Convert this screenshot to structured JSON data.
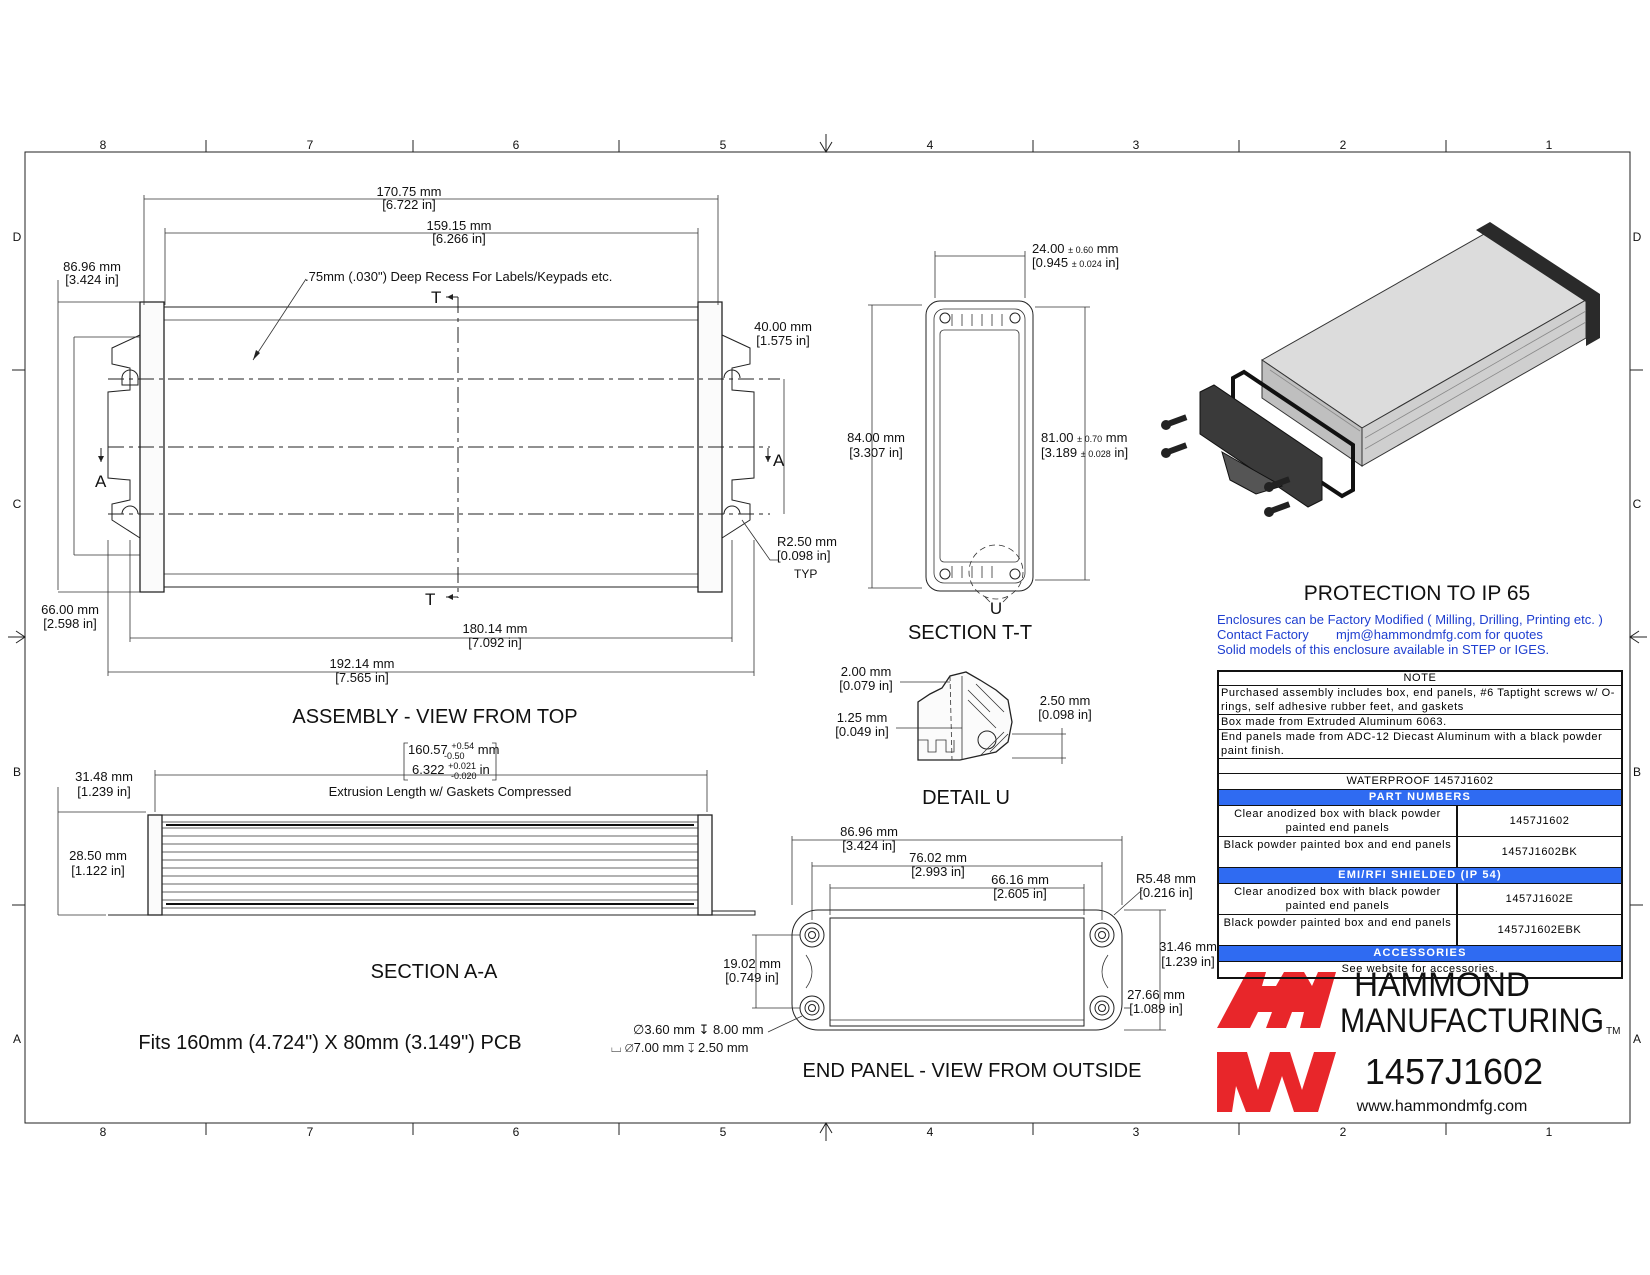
{
  "border": {
    "columns": [
      "8",
      "7",
      "6",
      "5",
      "4",
      "3",
      "2",
      "1"
    ],
    "rows": [
      "D",
      "C",
      "B",
      "A"
    ]
  },
  "assembly_top": {
    "title": "ASSEMBLY - VIEW FROM TOP",
    "dim_overall_mm": "170.75 mm",
    "dim_overall_in": "[6.722 in]",
    "dim_inner_mm": "159.15 mm",
    "dim_inner_in": "[6.266 in]",
    "dim_width_mm": "86.96 mm",
    "dim_width_in": "[3.424 in]",
    "recess_note": ".75mm (.030\") Deep Recess For Labels/Keypads etc.",
    "dim_hole_mm": "40.00 mm",
    "dim_hole_in": "[1.575 in]",
    "dim_radius_mm": "R2.50 mm",
    "dim_radius_in": "[0.098 in]",
    "dim_radius_note": "TYP",
    "dim_body_mm": "66.00 mm",
    "dim_body_in": "[2.598 in]",
    "dim_flange_mm": "180.14 mm",
    "dim_flange_in": "[7.092 in]",
    "dim_total_mm": "192.14 mm",
    "dim_total_in": "[7.565 in]",
    "section_t": "T",
    "section_a": "A"
  },
  "section_tt": {
    "title": "SECTION  T-T",
    "dim_depth_mm": "24.00",
    "dim_depth_tol_mm": "± 0.60",
    "dim_depth_unit": "mm",
    "dim_depth_in": "[0.945",
    "dim_depth_tol_in": "± 0.024",
    "dim_depth_in_unit": "in]",
    "dim_height_mm": "84.00 mm",
    "dim_height_in": "[3.307 in]",
    "dim_inner_mm": "81.00",
    "dim_inner_tol_mm": "± 0.70",
    "dim_inner_unit": "mm",
    "dim_inner_in": "[3.189",
    "dim_inner_tol_in": "± 0.028",
    "dim_inner_in_unit": "in]",
    "detail_label": "U"
  },
  "detail_u": {
    "title": "DETAIL  U",
    "dim_a_mm": "2.00 mm",
    "dim_a_in": "[0.079 in]",
    "dim_b_mm": "1.25 mm",
    "dim_b_in": "[0.049 in]",
    "dim_c_mm": "2.50 mm",
    "dim_c_in": "[0.098 in]"
  },
  "section_aa": {
    "title": "SECTION A-A",
    "dim_len_mm": "160.57",
    "dim_len_tol_up_mm": "+0.54",
    "dim_len_tol_dn_mm": "-0.50",
    "dim_len_unit": "mm",
    "dim_len_in": "6.322",
    "dim_len_tol_up_in": "+0.021",
    "dim_len_tol_dn_in": "-0.020",
    "dim_len_in_unit": "in",
    "extrusion_note": "Extrusion Length w/ Gaskets Compressed",
    "dim_h1_mm": "31.48 mm",
    "dim_h1_in": "[1.239 in]",
    "dim_h2_mm": "28.50 mm",
    "dim_h2_in": "[1.122 in]",
    "pcb_note": "Fits 160mm (4.724\") X 80mm (3.149\") PCB"
  },
  "end_panel": {
    "title": "END PANEL - VIEW FROM OUTSIDE",
    "dim_w1_mm": "86.96 mm",
    "dim_w1_in": "[3.424 in]",
    "dim_w2_mm": "76.02 mm",
    "dim_w2_in": "[2.993 in]",
    "dim_w3_mm": "66.16 mm",
    "dim_w3_in": "[2.605 in]",
    "dim_r_mm": "R5.48 mm",
    "dim_r_in": "[0.216 in]",
    "dim_h1_mm": "31.46 mm",
    "dim_h1_in": "[1.239 in]",
    "dim_h2_mm": "27.66 mm",
    "dim_h2_in": "[1.089 in]",
    "dim_h3_mm": "19.02 mm",
    "dim_h3_in": "[0.749 in]",
    "hole1_dia": "3.60 mm",
    "hole1_depth": "8.00 mm",
    "hole2_dia": "7.00 mm",
    "hole2_depth": "2.50 mm"
  },
  "info": {
    "ip_title": "PROTECTION TO IP 65",
    "line1": "Enclosures can be Factory Modified ( Milling, Drilling, Printing etc. )",
    "contact_label": "Contact Factory",
    "contact_email": "mjm@hammondmfg.com for quotes",
    "line3": "Solid models of this enclosure available in STEP or IGES."
  },
  "notes_table": {
    "header": "NOTE",
    "notes": [
      "Purchased assembly includes box, end panels, #6 Taptight screws w/ O-rings, self adhesive rubber feet, and gaskets",
      "Box made from Extruded Aluminum 6063.",
      "End panels made from ADC-12 Diecast Aluminum with a black powder paint finish."
    ],
    "title": "WATERPROOF 1457J1602",
    "sections": [
      {
        "heading": "PART NUMBERS",
        "rows": [
          {
            "desc": "Clear anodized box with black powder painted end panels",
            "part": "1457J1602"
          },
          {
            "desc": "Black powder painted box and end panels",
            "part": "1457J1602BK"
          }
        ]
      },
      {
        "heading": "EMI/RFI SHIELDED (IP 54)",
        "rows": [
          {
            "desc": "Clear anodized box with black powder painted end panels",
            "part": "1457J1602E"
          },
          {
            "desc": "Black powder painted box and end panels",
            "part": "1457J1602EBK"
          }
        ]
      }
    ],
    "accessories_heading": "ACCESSORIES",
    "accessories_text": "See website for accessories."
  },
  "brand": {
    "name_line1": "HAMMOND",
    "name_line2": "MANUFACTURING",
    "tm": "TM",
    "part_number": "1457J1602",
    "website": "www.hammondmfg.com",
    "logo_color": "#e8262a"
  },
  "colors": {
    "accent_blue": "#2f6bf2",
    "link_blue": "#1f3fd0",
    "logo_red": "#e8262a"
  }
}
